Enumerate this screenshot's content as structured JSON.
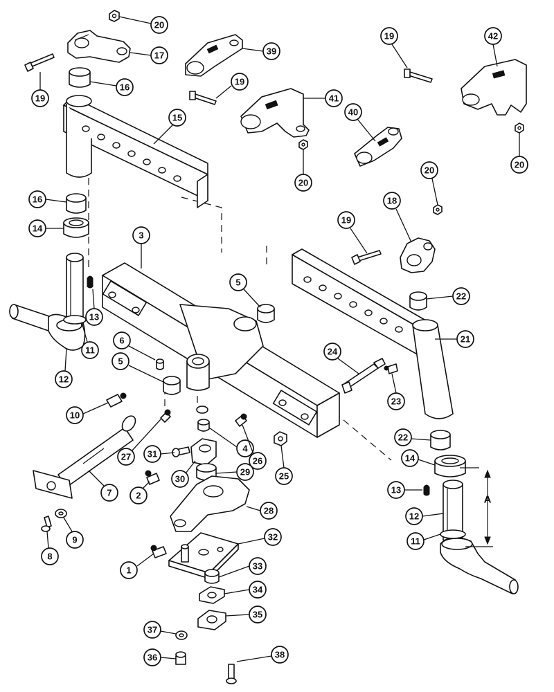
{
  "diagram": {
    "callouts": {
      "c1": "1",
      "c2": "2",
      "c3": "3",
      "c4": "4",
      "c5a": "5",
      "c5b": "5",
      "c6": "6",
      "c7": "7",
      "c8": "8",
      "c9": "9",
      "c10": "10",
      "c11a": "11",
      "c11b": "11",
      "c12a": "12",
      "c12b": "12",
      "c13a": "13",
      "c13b": "13",
      "c14a": "14",
      "c14b": "14",
      "c15": "15",
      "c16a": "16",
      "c16b": "16",
      "c17": "17",
      "c18": "18",
      "c19a": "19",
      "c19b": "19",
      "c19c": "19",
      "c19d": "19",
      "c20a": "20",
      "c20b": "20",
      "c20c": "20",
      "c20d": "20",
      "c21": "21",
      "c22a": "22",
      "c22b": "22",
      "c23": "23",
      "c24": "24",
      "c25": "25",
      "c26": "26",
      "c27": "27",
      "c28": "28",
      "c29": "29",
      "c30": "30",
      "c31": "31",
      "c32": "32",
      "c33": "33",
      "c34": "34",
      "c35": "35",
      "c36": "36",
      "c37": "37",
      "c38": "38",
      "c39": "39",
      "c40": "40",
      "c41": "41",
      "c42": "42"
    },
    "dimension_label": "A"
  }
}
